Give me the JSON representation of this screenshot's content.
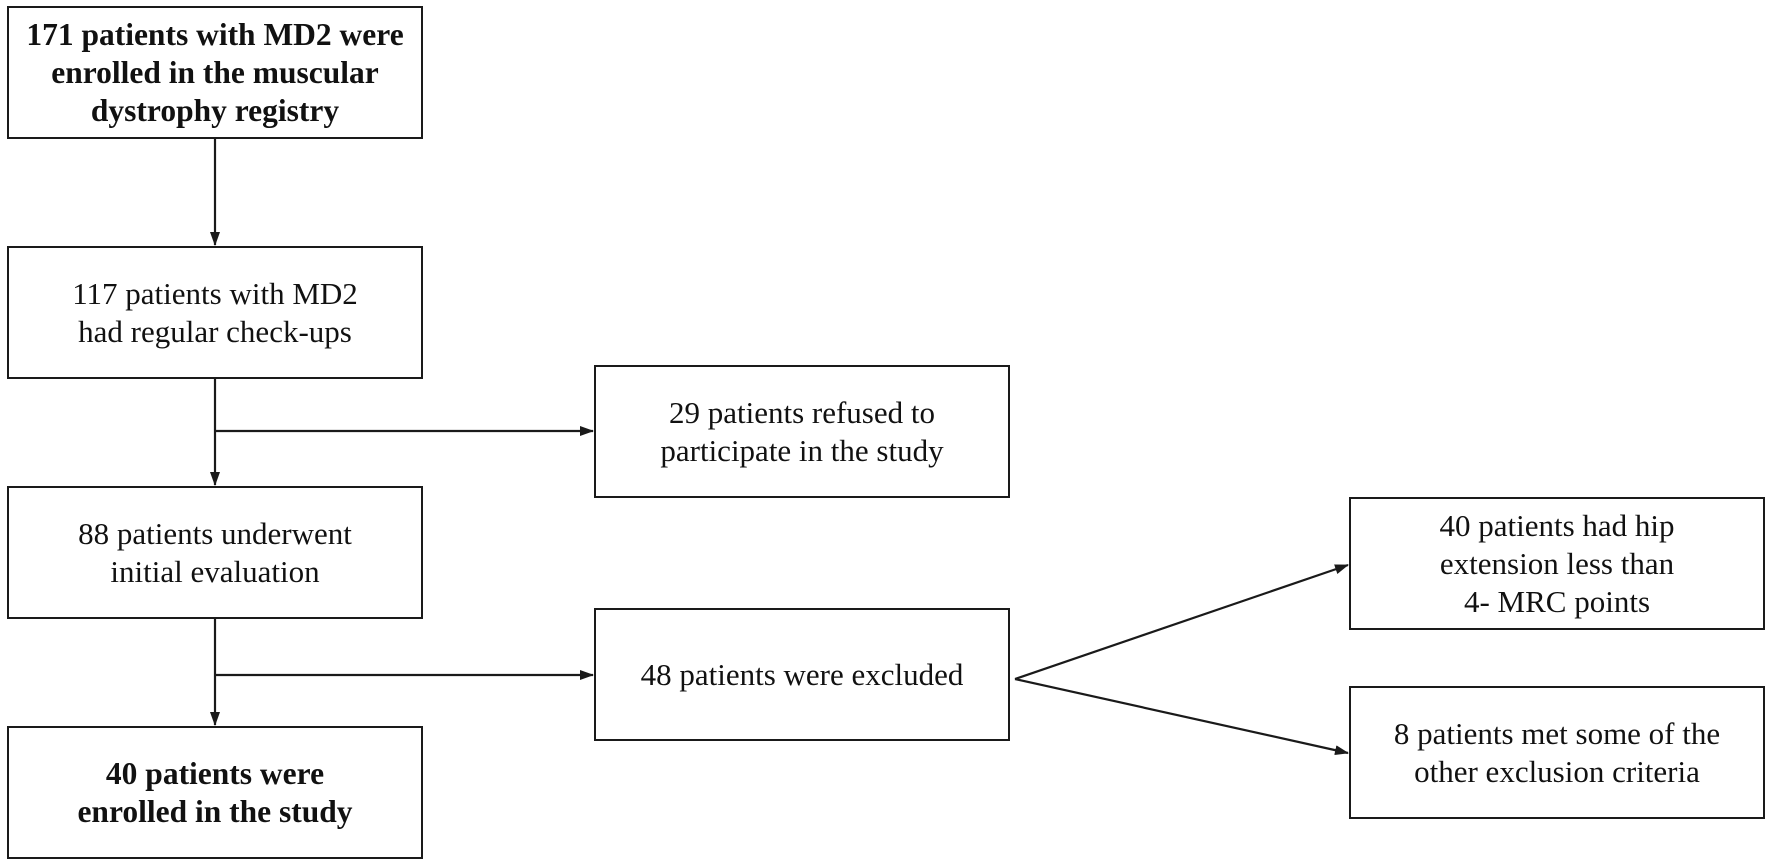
{
  "flowchart": {
    "registry": {
      "lines": [
        "171 patients with MD2 were",
        "enrolled in the muscular",
        "dystrophy registry"
      ]
    },
    "checkups": {
      "lines": [
        "117 patients with MD2",
        "had regular check-ups"
      ]
    },
    "evaluation": {
      "lines": [
        "88 patients underwent",
        "initial evaluation"
      ]
    },
    "enrolled": {
      "lines": [
        "40 patients were",
        "enrolled in the study"
      ]
    },
    "refused": {
      "lines": [
        "29 patients refused to",
        "participate in the study"
      ]
    },
    "excluded": {
      "lines": [
        "48 patients were excluded"
      ]
    },
    "hip_extension": {
      "lines": [
        "40 patients had hip",
        "extension less than",
        "4- MRC points"
      ]
    },
    "other_criteria": {
      "lines": [
        "8 patients met some of the",
        "other exclusion criteria"
      ]
    }
  }
}
